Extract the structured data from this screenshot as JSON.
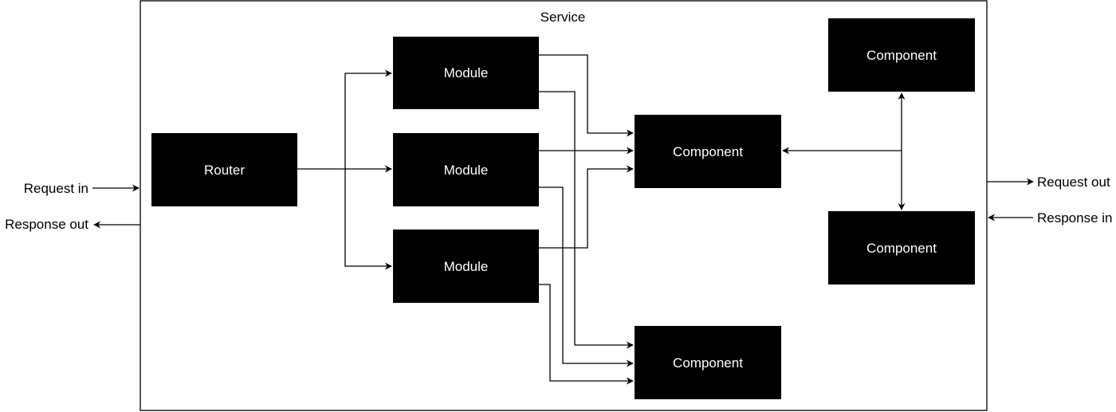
{
  "service": {
    "label": "Service"
  },
  "nodes": {
    "router": {
      "label": "Router"
    },
    "module_1": {
      "label": "Module"
    },
    "module_2": {
      "label": "Module"
    },
    "module_3": {
      "label": "Module"
    },
    "component_center": {
      "label": "Component"
    },
    "component_bottom": {
      "label": "Component"
    },
    "component_top_right": {
      "label": "Component"
    },
    "component_bottom_right": {
      "label": "Component"
    }
  },
  "external": {
    "request_in": "Request in",
    "response_out": "Response out",
    "request_out": "Request out",
    "response_in": "Response in"
  },
  "colors": {
    "node_fill": "#000000",
    "node_text": "#ffffff",
    "line": "#000000",
    "background": "#ffffff"
  }
}
